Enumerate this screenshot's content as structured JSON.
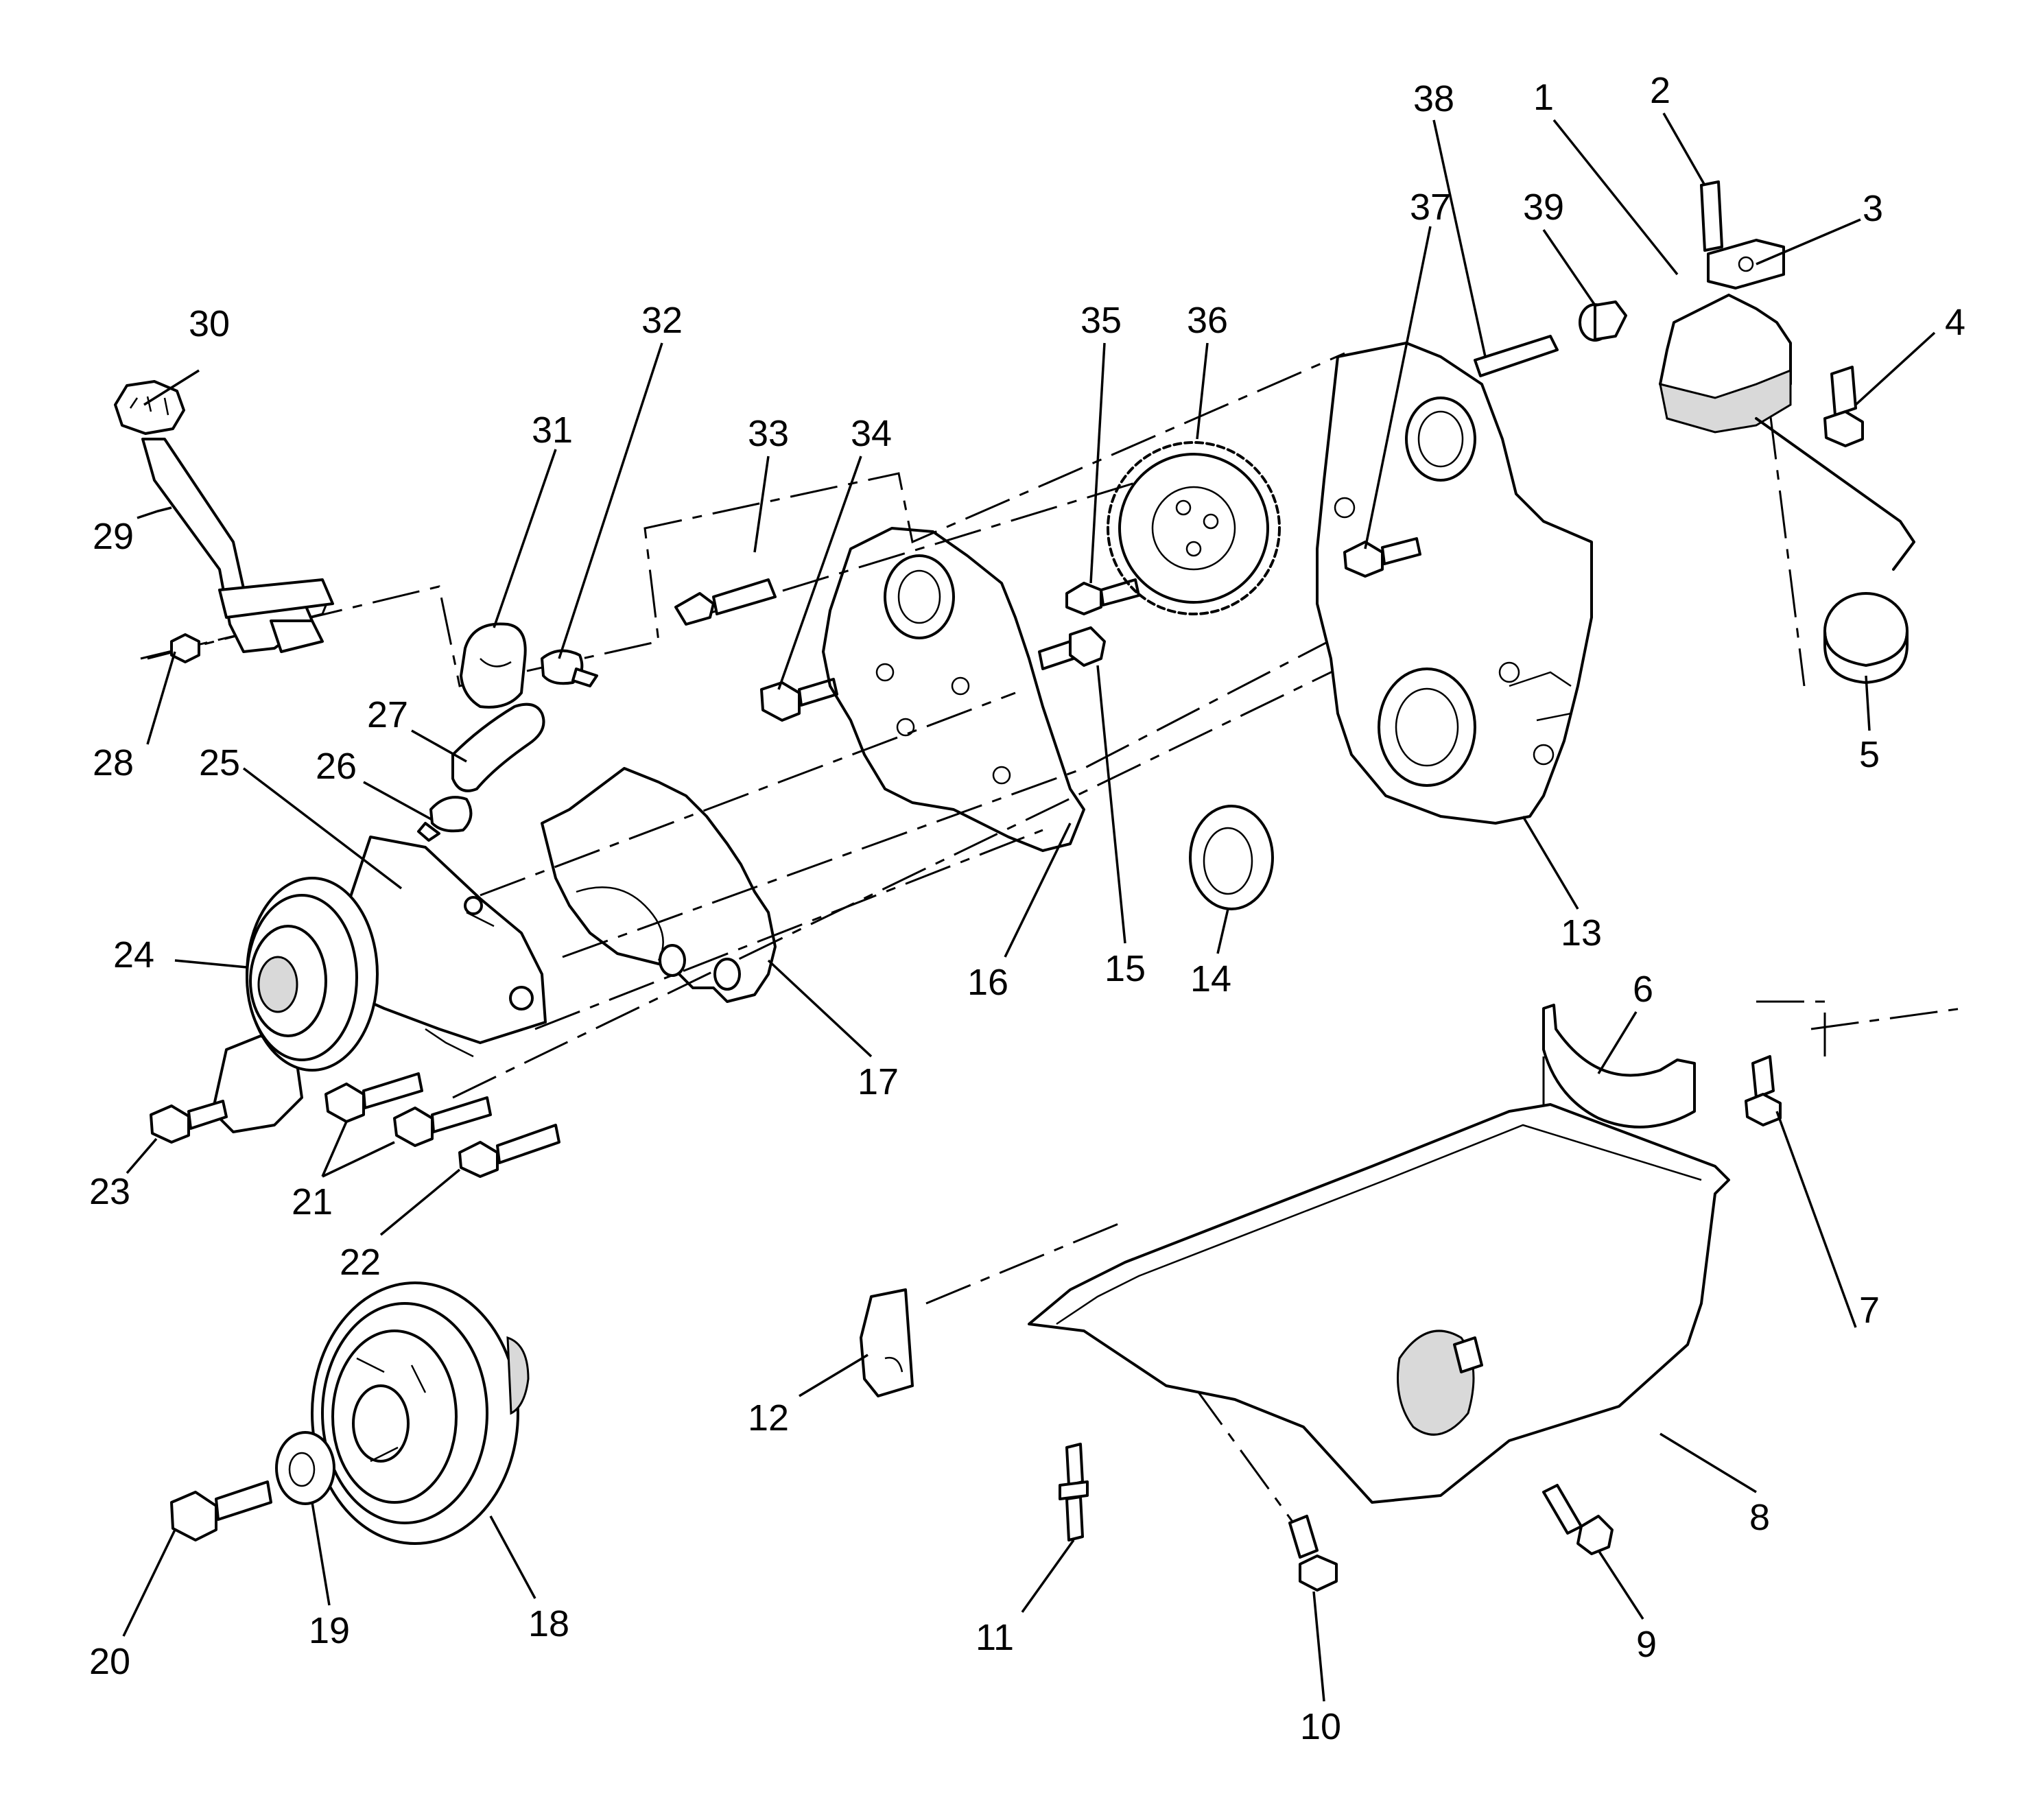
{
  "diagram": {
    "callouts": [
      {
        "id": "1",
        "label": "1"
      },
      {
        "id": "2",
        "label": "2"
      },
      {
        "id": "3",
        "label": "3"
      },
      {
        "id": "4",
        "label": "4"
      },
      {
        "id": "5",
        "label": "5"
      },
      {
        "id": "6",
        "label": "6"
      },
      {
        "id": "7",
        "label": "7"
      },
      {
        "id": "8",
        "label": "8"
      },
      {
        "id": "9",
        "label": "9"
      },
      {
        "id": "10",
        "label": "10"
      },
      {
        "id": "11",
        "label": "11"
      },
      {
        "id": "12",
        "label": "12"
      },
      {
        "id": "13",
        "label": "13"
      },
      {
        "id": "14",
        "label": "14"
      },
      {
        "id": "15",
        "label": "15"
      },
      {
        "id": "16",
        "label": "16"
      },
      {
        "id": "17",
        "label": "17"
      },
      {
        "id": "18",
        "label": "18"
      },
      {
        "id": "19",
        "label": "19"
      },
      {
        "id": "20",
        "label": "20"
      },
      {
        "id": "21",
        "label": "21"
      },
      {
        "id": "22",
        "label": "22"
      },
      {
        "id": "23",
        "label": "23"
      },
      {
        "id": "24",
        "label": "24"
      },
      {
        "id": "25",
        "label": "25"
      },
      {
        "id": "26",
        "label": "26"
      },
      {
        "id": "27",
        "label": "27"
      },
      {
        "id": "28",
        "label": "28"
      },
      {
        "id": "29",
        "label": "29"
      },
      {
        "id": "30",
        "label": "30"
      },
      {
        "id": "31",
        "label": "31"
      },
      {
        "id": "32",
        "label": "32"
      },
      {
        "id": "33",
        "label": "33"
      },
      {
        "id": "34",
        "label": "34"
      },
      {
        "id": "35",
        "label": "35"
      },
      {
        "id": "36",
        "label": "36"
      },
      {
        "id": "37",
        "label": "37"
      },
      {
        "id": "38",
        "label": "38"
      },
      {
        "id": "39",
        "label": "39"
      }
    ]
  }
}
